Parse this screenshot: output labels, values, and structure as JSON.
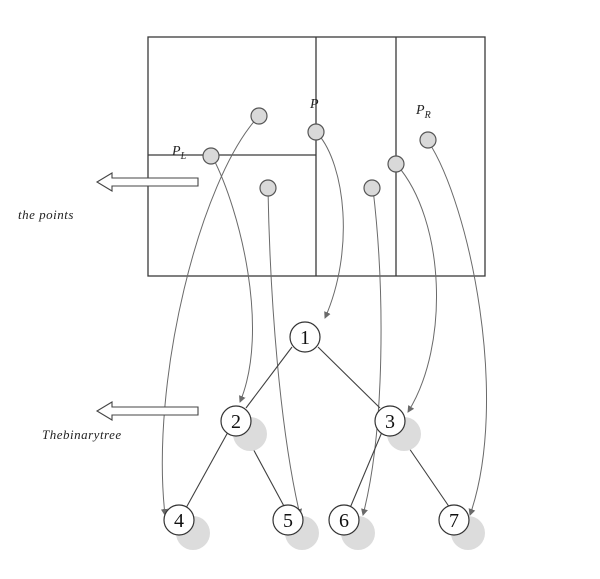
{
  "labels": {
    "points_caption": "the points",
    "tree_caption": "Thebinarytree",
    "p": "P",
    "pl_main": "P",
    "pl_sub": "L",
    "pr_main": "P",
    "pr_sub": "R"
  },
  "tree_nodes": [
    "1",
    "2",
    "3",
    "4",
    "5",
    "6",
    "7"
  ]
}
